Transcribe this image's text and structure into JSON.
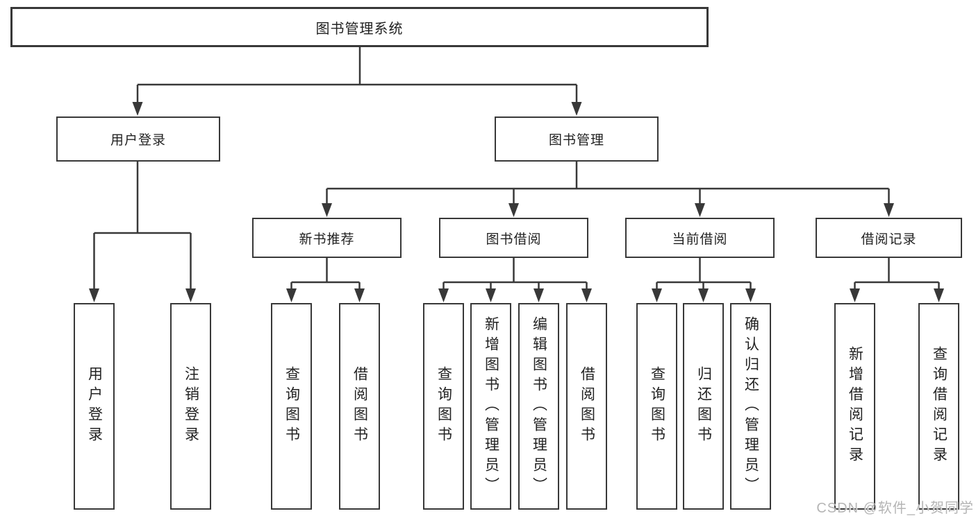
{
  "diagram": {
    "root": {
      "label": "图书管理系统"
    },
    "level2": [
      {
        "label": "用户登录"
      },
      {
        "label": "图书管理"
      }
    ],
    "level3": [
      {
        "label": "新书推荐"
      },
      {
        "label": "图书借阅"
      },
      {
        "label": "当前借阅"
      },
      {
        "label": "借阅记录"
      }
    ],
    "leaves": [
      {
        "label": "用户登录"
      },
      {
        "label": "注销登录"
      },
      {
        "label": "查询图书"
      },
      {
        "label": "借阅图书"
      },
      {
        "label": "查询图书"
      },
      {
        "label": "新增图书（管理员）"
      },
      {
        "label": "编辑图书（管理员）"
      },
      {
        "label": "借阅图书"
      },
      {
        "label": "查询图书"
      },
      {
        "label": "归还图书"
      },
      {
        "label": "确认归还（管理员）"
      },
      {
        "label": "新增借阅记录"
      },
      {
        "label": "查询借阅记录"
      }
    ],
    "watermark": "CSDN @软件_小贺同学",
    "colors": {
      "line": "#383838",
      "box_border": "#383838",
      "text": "#222222",
      "watermark": "#b5b5b5"
    }
  }
}
